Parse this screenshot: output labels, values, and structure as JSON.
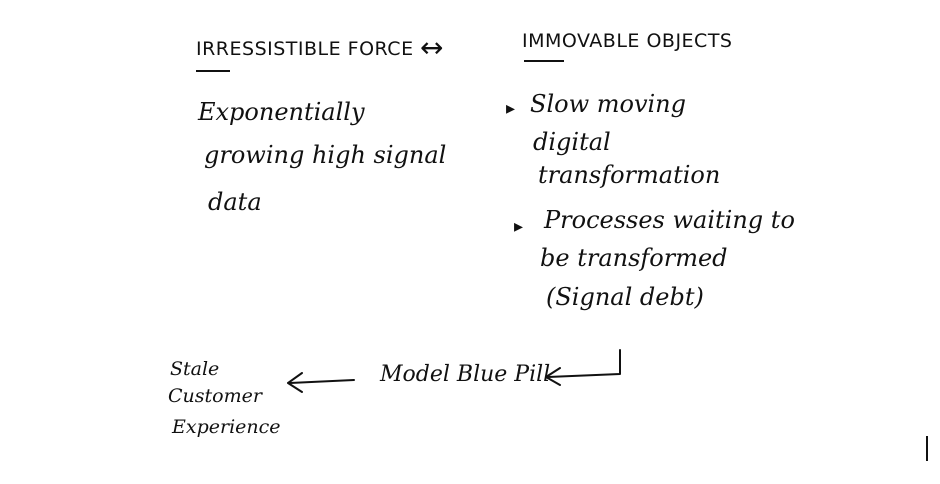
{
  "left_heading": "IRRESSISTIBLE FORCE",
  "bidirectional_arrow": "↔",
  "right_heading": "IMMOVABLE OBJECTS",
  "left_body": {
    "line1": "Exponentially",
    "line2": "growing high signal",
    "line3": "data"
  },
  "right_bullets": [
    {
      "marker": "▸",
      "line1": "Slow moving",
      "line2": "digital",
      "line3": "transformation"
    },
    {
      "marker": "▸",
      "line1": "Processes waiting to",
      "line2": "be transformed",
      "line3": "(Signal debt)"
    }
  ],
  "middle_label": "Model Blue Pill",
  "outcome": {
    "line1": "Stale",
    "line2": "Customer",
    "line3": "Experience"
  },
  "ink_color": "#111111",
  "background_color": "#ffffff"
}
